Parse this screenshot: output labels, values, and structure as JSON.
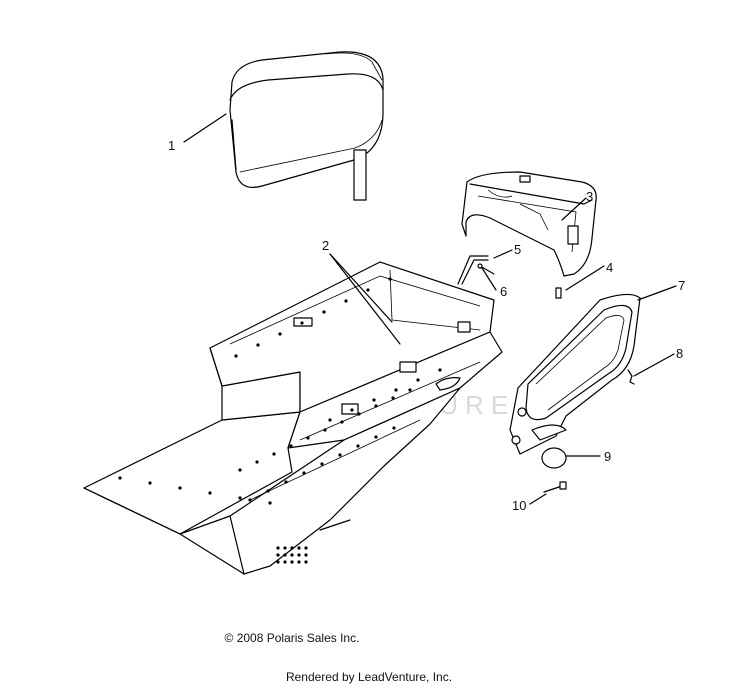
{
  "callouts": [
    {
      "number": "1",
      "part": "seat"
    },
    {
      "number": "2",
      "part": "tunnel-rivets"
    },
    {
      "number": "3",
      "part": "rear-cover"
    },
    {
      "number": "4",
      "part": "screw"
    },
    {
      "number": "5",
      "part": "latch-rod"
    },
    {
      "number": "6",
      "part": "pin"
    },
    {
      "number": "7",
      "part": "side-panel"
    },
    {
      "number": "8",
      "part": "clip"
    },
    {
      "number": "9",
      "part": "plug"
    },
    {
      "number": "10",
      "part": "bolt"
    }
  ],
  "watermark": "LEADVENTURE",
  "copyright": "© 2008 Polaris Sales Inc.",
  "rendered_by": "Rendered by LeadVenture, Inc.",
  "colors": {
    "line": "#000000",
    "watermark": "#d9d9d9",
    "background": "#ffffff"
  }
}
